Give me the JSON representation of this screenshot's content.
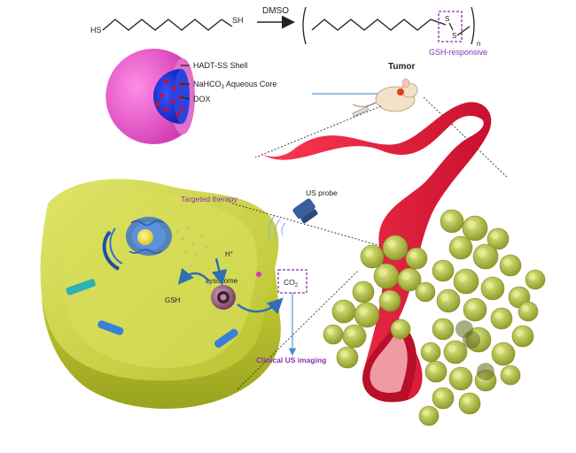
{
  "reaction": {
    "reactant_left_label": "HS",
    "reactant_right_label": "SH",
    "solvent": "DMSO",
    "repeat_subscript": "n",
    "sulfur_upper": "S",
    "sulfur_lower": "S",
    "responsive_label": "GSH-responsive"
  },
  "nanoparticle": {
    "shell_label": "HADT-SS Shell",
    "core_label_prefix": "NaHCO",
    "core_label_sub": "3",
    "core_label_suffix": " Aqueous Core",
    "drug_label": "DOX"
  },
  "tumor": {
    "label": "Tumor"
  },
  "cell": {
    "targeted_therapy_label": "Targeted therapy",
    "proton_label": "H",
    "proton_sup": "+",
    "lysosome_label": "Lysosome",
    "gsh_label": "GSH",
    "co2_prefix": "CO",
    "co2_sub": "2",
    "imaging_label": "Clinical US imaging"
  },
  "probe": {
    "label": "US probe"
  },
  "colors": {
    "shell": "#e84fc8",
    "core": "#1a33d9",
    "drug": "#c8102e",
    "vessel": "#e8203a",
    "cell": "#d2d84a",
    "tumor_cells": "#b5c24a",
    "purple_text": "#8a2fb0",
    "arrow_blue": "#4a8fd6"
  }
}
